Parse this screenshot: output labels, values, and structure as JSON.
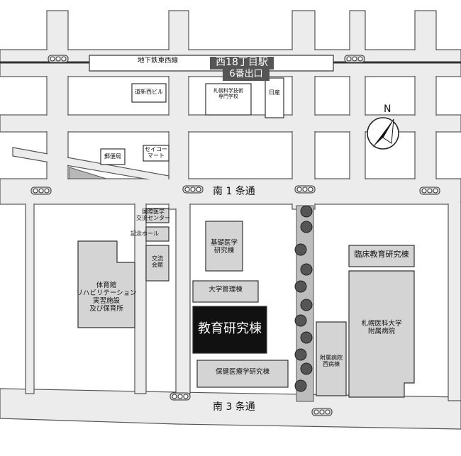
{
  "map": {
    "subway_line": "地下鉄東西線",
    "station": "西18丁目駅",
    "exit": "6番出口",
    "streets": {
      "south1": "南 1 条通",
      "south3": "南 3 条通"
    },
    "compass_letter": "N",
    "buildings": {
      "dosin_building": "道新西ビル",
      "vocational_school": [
        "札幌科学技術",
        "専門学校"
      ],
      "nissan": "日産",
      "post_office": "郵便局",
      "seicomart": [
        "セイコー",
        "マート"
      ],
      "intl_exchange": [
        "国際医学",
        "交流センター"
      ],
      "memorial_hall": "記念ホール",
      "exchange_hall": [
        "交流",
        "会館"
      ],
      "gym_facility": [
        "体育館",
        "リハビリテーション",
        "実習施設",
        "及び保育所"
      ],
      "basic_medicine": [
        "基礎医学",
        "研究棟"
      ],
      "admin_building": "大学管理棟",
      "education_research": "教育研究棟",
      "health_science": "保健医療学研究棟",
      "clinical_research": "臨床教育研究棟",
      "university_hospital": [
        "札幌医科大学",
        "附属病院"
      ],
      "ward_building": [
        "附属病院",
        "西病棟"
      ]
    },
    "colors": {
      "road": "#ececec",
      "road_outline": "#555555",
      "building_fill": "#d4d4d4",
      "highlight": "#111111",
      "rail": "#333333"
    }
  }
}
